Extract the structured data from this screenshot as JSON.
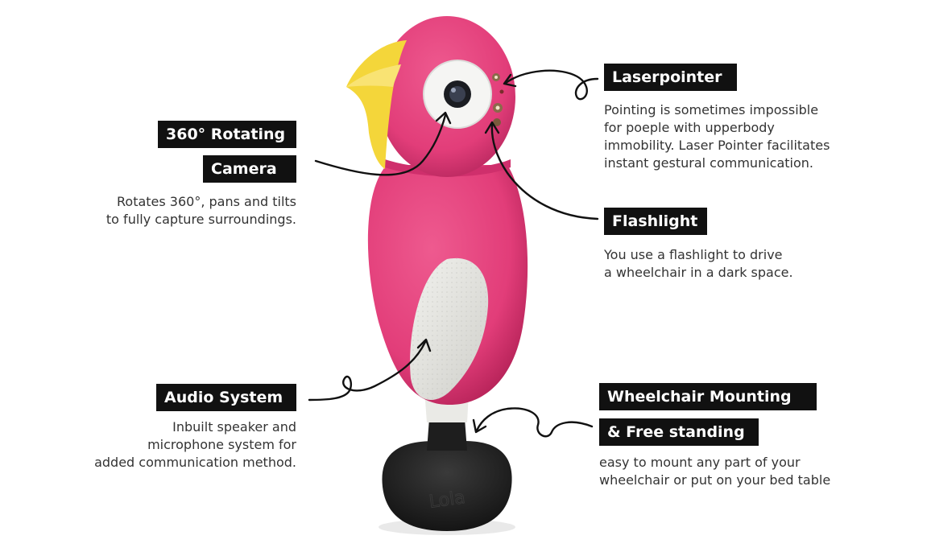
{
  "colors": {
    "body": "#e23d79",
    "body_shadow": "#b8245a",
    "beak": "#f4d63a",
    "wing": "#e6e6e2",
    "lens_ring": "#f4f4f4",
    "base": "#1c1c1c",
    "label_bg": "#111111",
    "label_text": "#ffffff",
    "desc_text": "#333333",
    "arrow": "#111111"
  },
  "product": {
    "base_engraving": "Lola"
  },
  "features": {
    "camera": {
      "title_line1": "360° Rotating",
      "title_line2": "Camera",
      "desc_lines": [
        "Rotates 360°, pans and tilts",
        "to fully capture surroundings."
      ]
    },
    "laserpointer": {
      "title": "Laserpointer",
      "desc_lines": [
        "Pointing is sometimes impossible",
        "for poeple with upperbody",
        "immobility. Laser Pointer facilitates",
        "instant gestural communication."
      ]
    },
    "flashlight": {
      "title": "Flashlight",
      "desc_lines": [
        "You use a flashlight to drive",
        "a wheelchair in a dark space."
      ]
    },
    "audio": {
      "title": "Audio System",
      "desc_lines": [
        "Inbuilt speaker and",
        "microphone system for",
        "added communication method."
      ]
    },
    "mounting": {
      "title_line1": "Wheelchair Mounting",
      "title_line2": "& Free standing",
      "desc_lines": [
        "easy to mount any part of your",
        "wheelchair or put on your bed table"
      ]
    }
  }
}
